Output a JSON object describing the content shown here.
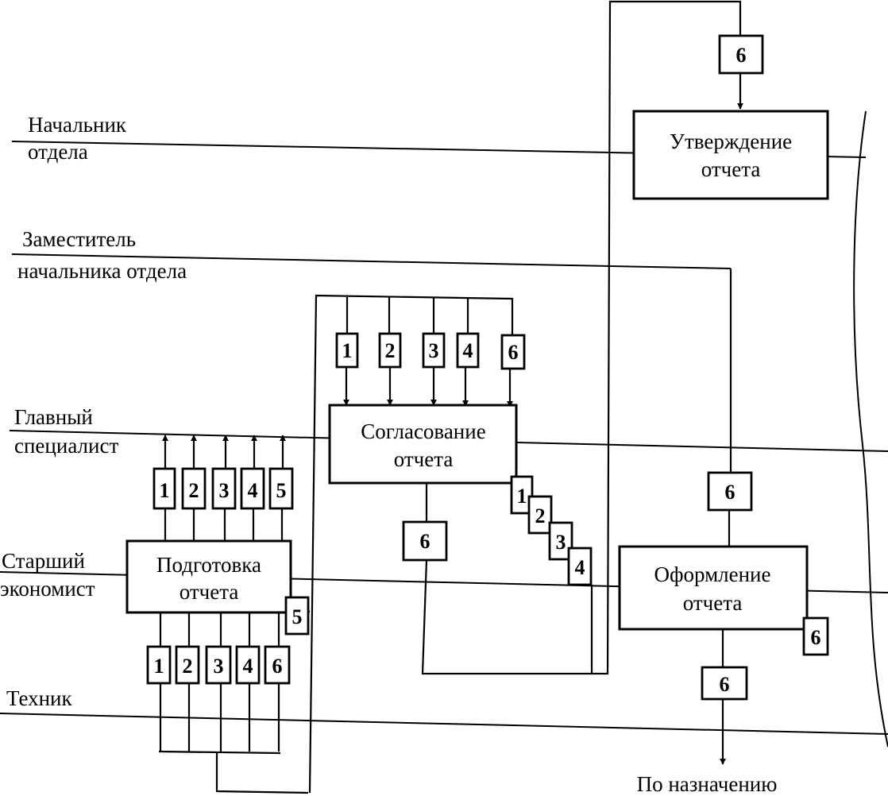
{
  "lanes": [
    {
      "line1": "Начальник",
      "line2": "отдела"
    },
    {
      "line1": "Заместитель",
      "line2": "начальника отдела"
    },
    {
      "line1": "Главный",
      "line2": "специалист"
    },
    {
      "line1": "Старший",
      "line2": "экономист"
    },
    {
      "line1": "Техник",
      "line2": ""
    }
  ],
  "processes": {
    "approve": {
      "line1": "Утверждение",
      "line2": "отчета"
    },
    "coordinate": {
      "line1": "Согласование",
      "line2": "отчета"
    },
    "prepare": {
      "line1": "Подготовка",
      "line2": "отчета"
    },
    "format": {
      "line1": "Оформление",
      "line2": "отчета"
    }
  },
  "documents": {
    "prep_out": [
      "1",
      "2",
      "3",
      "4",
      "5"
    ],
    "prep_side": "5",
    "prep_in": [
      "1",
      "2",
      "3",
      "4",
      "6"
    ],
    "coord_in": [
      "1",
      "2",
      "3",
      "4",
      "6"
    ],
    "coord_side": [
      "1",
      "2",
      "3",
      "4"
    ],
    "coord_down": "6",
    "top_in": "6",
    "right_in": "6",
    "format_side": "6",
    "format_out": "6"
  },
  "destination": "По назначению"
}
